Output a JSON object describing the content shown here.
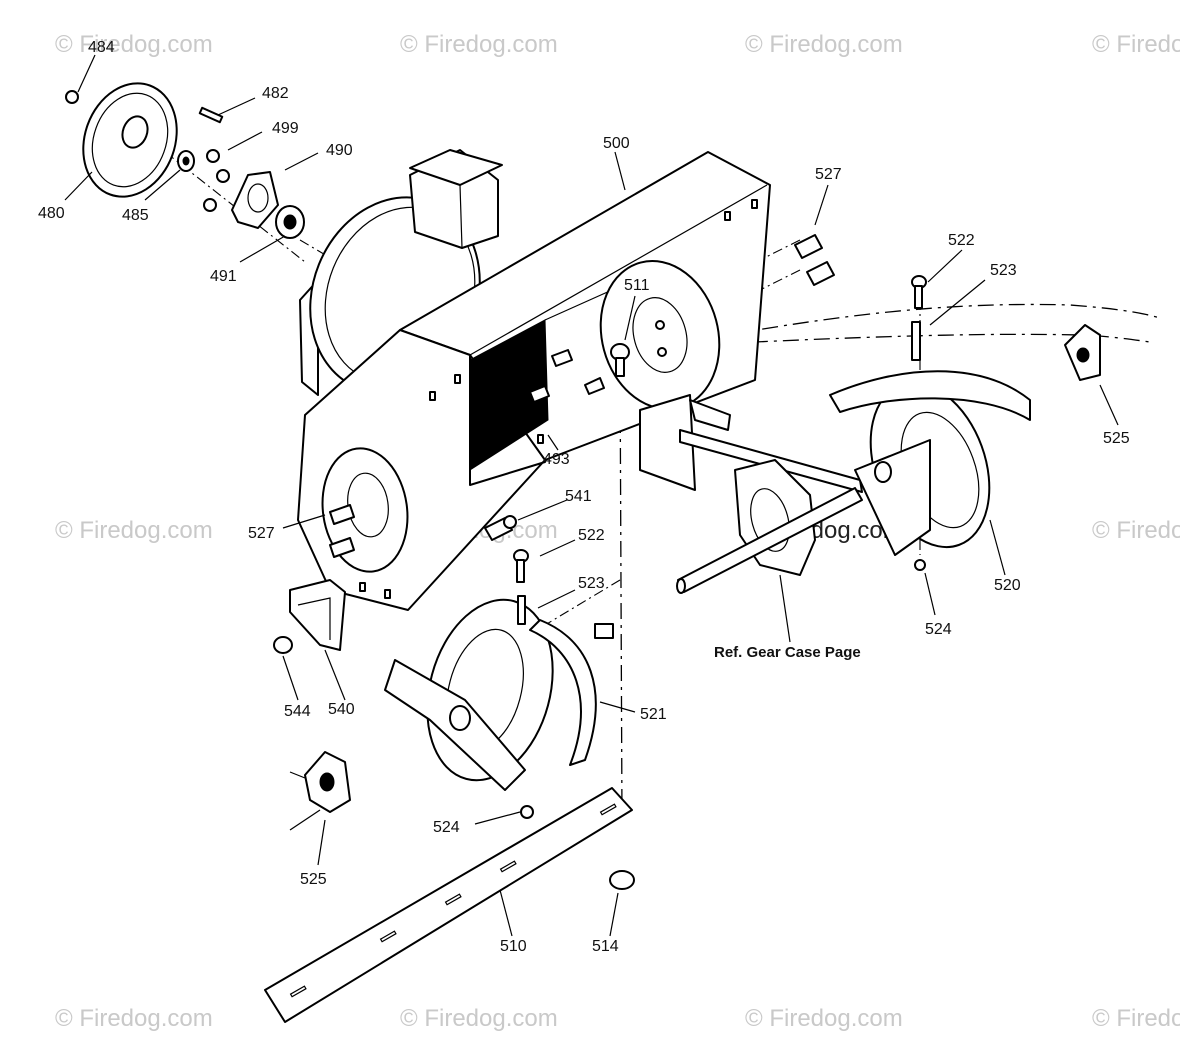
{
  "watermark": "© Firedog.com",
  "labels": {
    "p484": "484",
    "p482": "482",
    "p499": "499",
    "p490": "490",
    "p480": "480",
    "p485": "485",
    "p491": "491",
    "p500": "500",
    "p527a": "527",
    "p522a": "522",
    "p523a": "523",
    "p511": "511",
    "p525a": "525",
    "p493": "493",
    "p541": "541",
    "p527b": "527",
    "p522b": "522",
    "p523b": "523",
    "p520": "520",
    "p524a": "524",
    "p544": "544",
    "p540": "540",
    "p521": "521",
    "p524b": "524",
    "p525b": "525",
    "p510": "510",
    "p514": "514"
  },
  "reference_note": "Ref. Gear Case Page"
}
